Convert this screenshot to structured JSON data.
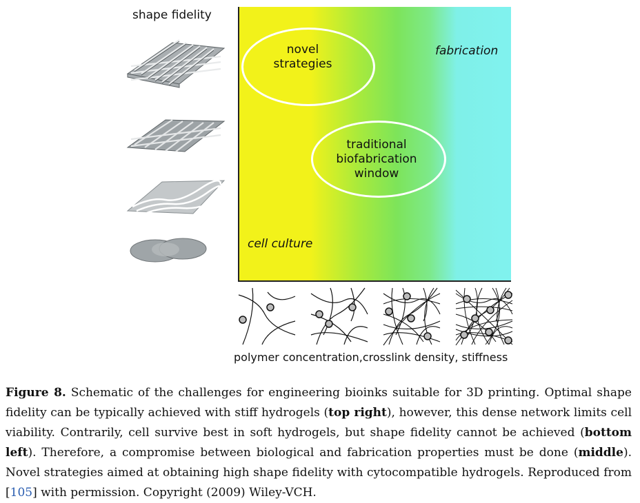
{
  "figure": {
    "y_axis_label": "shape fidelity",
    "x_axis_label": "polymer concentration,crosslink density, stiffness",
    "zones": {
      "novel": "novel\nstrategies",
      "traditional": "traditional\nbiofabrication\nwindow",
      "fabrication": "fabrication",
      "cell_culture": "cell culture"
    },
    "colors": {
      "low": "#f2f21a",
      "mid": "#7de45a",
      "high": "#80f2ef"
    }
  },
  "caption": {
    "label": "Figure 8.",
    "text_1": " Schematic of the challenges for engineering bioinks suitable for 3D printing. Optimal shape fidelity can be typically achieved with stiff hydrogels (",
    "bold_1": "top right",
    "text_2": "), however, this dense network limits cell viability. Contrarily, cell survive best in soft hydrogels, but shape fidelity cannot be achieved (",
    "bold_2": "bottom left",
    "text_3": "). Therefore, a compromise between biological and fabrication properties must be done (",
    "bold_3": "middle",
    "text_4": "). Novel strategies aimed at obtaining high shape fidelity with cytocompatible hydrogels. Reproduced from [",
    "ref": "105",
    "text_5": "] with permission. Copyright (2009) Wiley-VCH."
  }
}
